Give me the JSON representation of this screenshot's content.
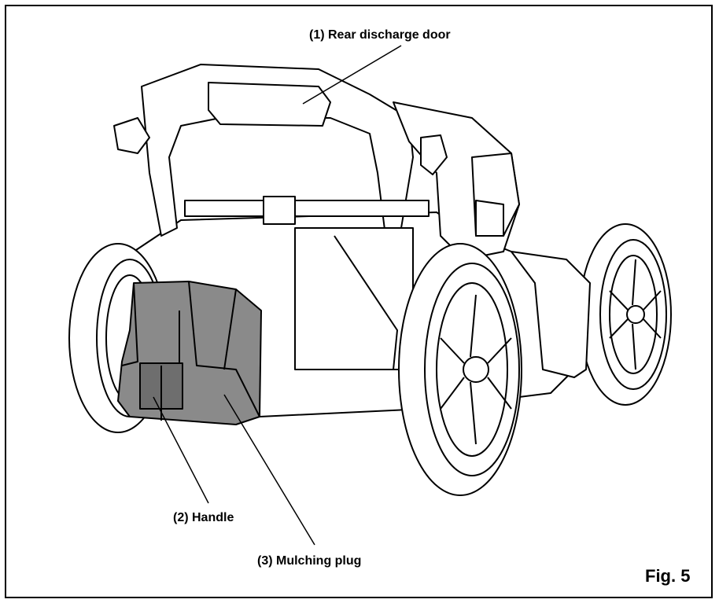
{
  "labels": {
    "rear_discharge_door": "(1) Rear discharge door",
    "handle": "(2) Handle",
    "mulching_plug": "(3) Mulching plug"
  },
  "figure": {
    "caption": "Fig. 5"
  },
  "colors": {
    "line": "#000000",
    "plug_fill": "#8a8a8a",
    "plug_shadow": "#6e6e6e",
    "background": "#ffffff"
  }
}
